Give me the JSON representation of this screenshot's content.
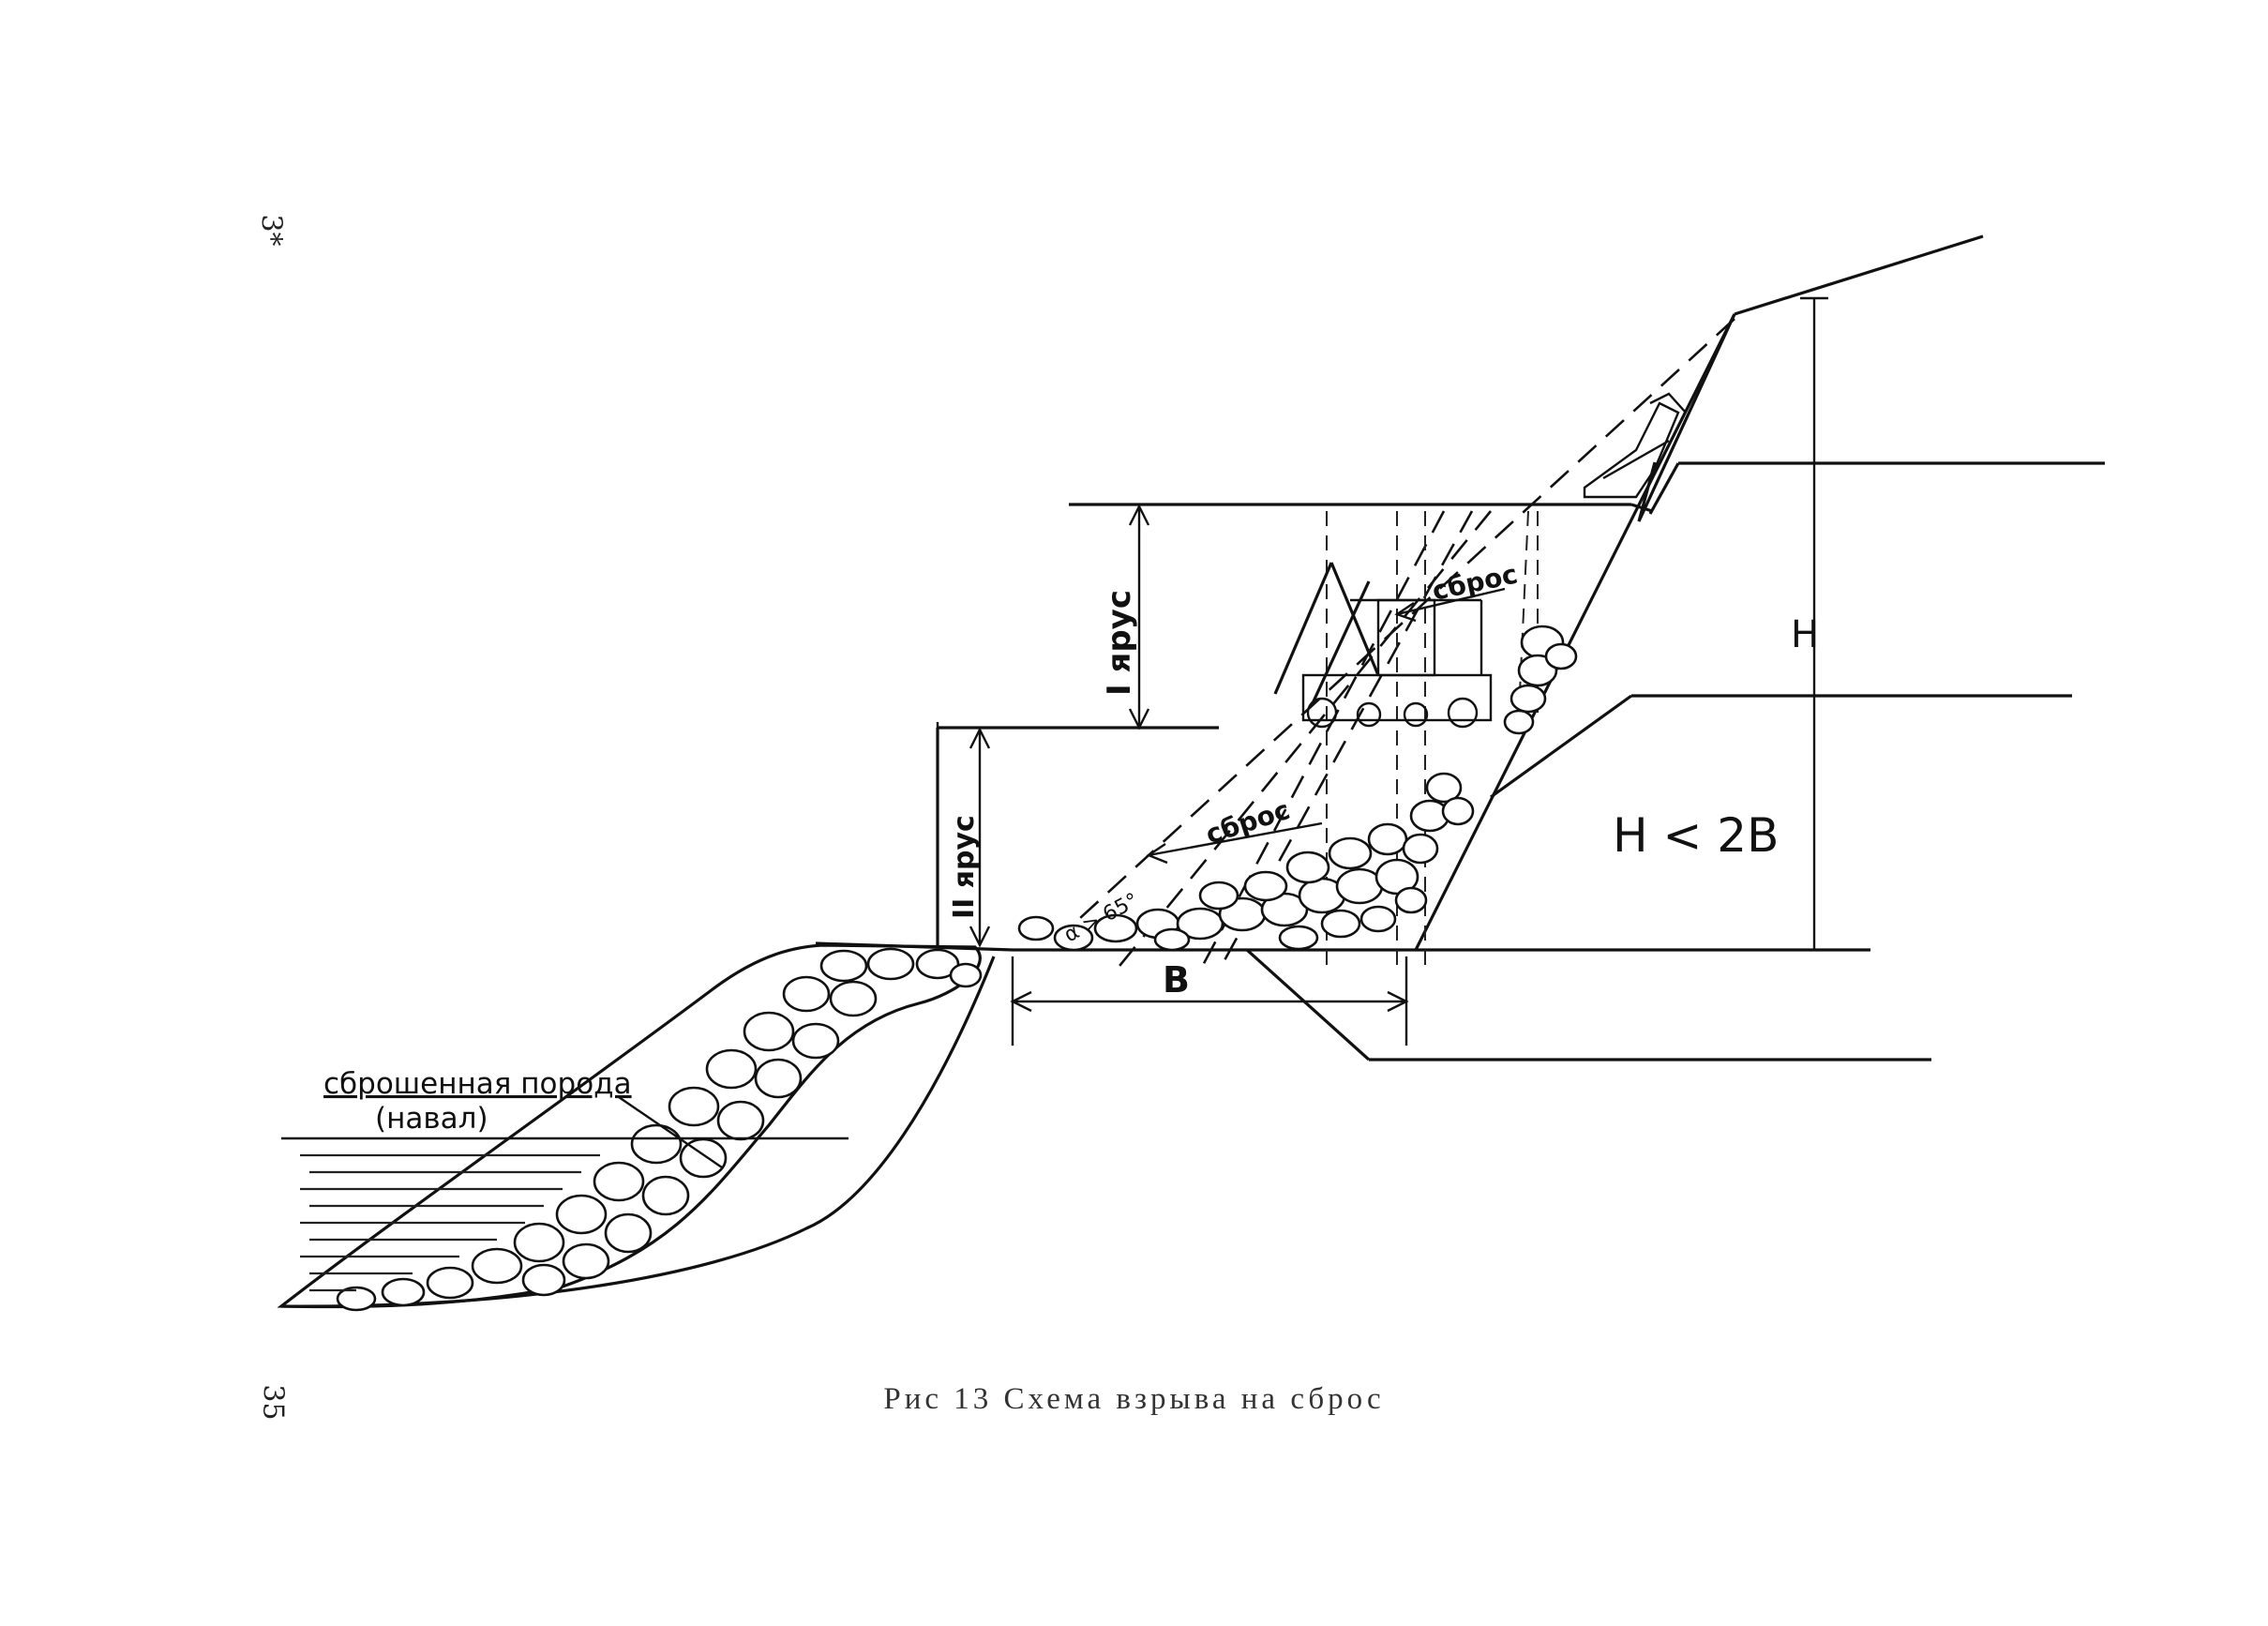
{
  "page": {
    "signature_mark": "3*",
    "page_number": "35",
    "caption": "Рис  13  Схема  взрыва  на  сброс"
  },
  "diagram": {
    "labels": {
      "tier_one": "I ярус",
      "tier_two": "II ярус",
      "height": "H",
      "condition": "H < 2B",
      "bench_width": "B",
      "throw_upper": "сброс",
      "throw_lower": "сброс",
      "angle": "α > 65°",
      "spoil_line1": "сброшенная порода",
      "spoil_line2": "(навал)"
    }
  }
}
